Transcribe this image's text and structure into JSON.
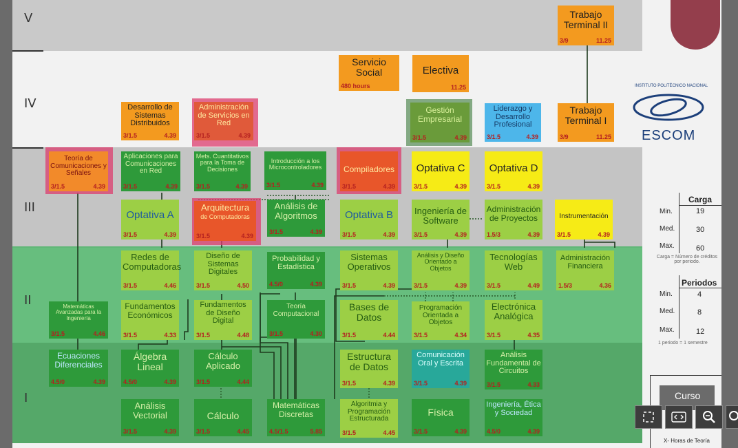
{
  "levels": [
    "V",
    "IV",
    "III",
    "II",
    "I"
  ],
  "courses": {
    "tt2": {
      "name": "Trabajo Terminal II",
      "l": "3/9",
      "r": "11.25"
    },
    "servicio": {
      "name": "Servicio Social",
      "l": "480 hours",
      "r": ""
    },
    "electiva": {
      "name": "Electiva",
      "l": "",
      "r": "11.25"
    },
    "dsd": {
      "name": "Desarrollo de Sistemas Distribuidos",
      "l": "3/1.5",
      "r": "4.39"
    },
    "asr": {
      "name": "Administración de Servicios en Red",
      "l": "3/1.5",
      "r": "4.39"
    },
    "gest": {
      "name": "Gestión Empresarial",
      "l": "3/1.5",
      "r": "4.39"
    },
    "lider": {
      "name": "Liderazgo y Desarrollo Profesional",
      "l": "3/1.5",
      "r": "4.39"
    },
    "tt1": {
      "name": "Trabajo Terminal I",
      "l": "3/9",
      "r": "11.25"
    },
    "tcs": {
      "name": "Teoría de Comunicaciones y Señales",
      "l": "3/1.5",
      "r": "4.39"
    },
    "acr": {
      "name": "Aplicaciones para Comunicaciones en Red",
      "l": "3/1.5",
      "r": "4.39"
    },
    "mct": {
      "name": "Mets. Cuantitativos para la Toma de Decisiones",
      "l": "3/1.5",
      "r": "4.39"
    },
    "imc": {
      "name": "Introducción a los Microcontroladores",
      "l": "3/1.5",
      "r": "4.39"
    },
    "comp": {
      "name": "Compiladores",
      "l": "3/1.5",
      "r": "4.39"
    },
    "optc": {
      "name": "Optativa C",
      "l": "3/1.5",
      "r": "4.39"
    },
    "optd": {
      "name": "Optativa D",
      "l": "3/1.5",
      "r": "4.39"
    },
    "opta": {
      "name": "Optativa A",
      "l": "3/1.5",
      "r": "4.39"
    },
    "arq": {
      "name": "Arquitectura",
      "sub": "de Computadoras",
      "l": "3/1.5",
      "r": "4.39"
    },
    "ada": {
      "name": "Análisis de Algoritmos",
      "l": "3/1.5",
      "r": "4.39"
    },
    "optb": {
      "name": "Optativa B",
      "l": "3/1.5",
      "r": "4.39"
    },
    "isw": {
      "name": "Ingeniería de Software",
      "l": "3/1.5",
      "r": "4.39"
    },
    "adp": {
      "name": "Administración de Proyectos",
      "l": "1.5/3",
      "r": "4.39"
    },
    "instr": {
      "name": "Instrumentación",
      "l": "3/1.5",
      "r": "4.39"
    },
    "rdc": {
      "name": "Redes de Computadoras",
      "l": "3/1.5",
      "r": "4.46"
    },
    "dsdig": {
      "name": "Diseño de Sistemas Digitales",
      "l": "3/1.5",
      "r": "4.50"
    },
    "pye": {
      "name": "Probabilidad y Estadística",
      "l": "4.5/0",
      "r": "4.39"
    },
    "so": {
      "name": "Sistemas Operativos",
      "l": "3/1.5",
      "r": "4.39"
    },
    "adoo": {
      "name": "Análisis y Diseño Orientado a Objetos",
      "l": "3/1.5",
      "r": "4.39"
    },
    "tweb": {
      "name": "Tecnologías Web",
      "l": "3/1.5",
      "r": "4.49"
    },
    "afin": {
      "name": "Administración Financiera",
      "l": "1.5/3",
      "r": "4.36"
    },
    "mai": {
      "name": "Matemáticas Avanzadas para la Ingeniería",
      "l": "3/1.5",
      "r": "4.46"
    },
    "fe": {
      "name": "Fundamentos Económicos",
      "l": "3/1.5",
      "r": "4.33"
    },
    "fdd": {
      "name": "Fundamentos de Diseño Digital",
      "l": "3/1.5",
      "r": "4.48"
    },
    "tc": {
      "name": "Teoría Computacional",
      "l": "3/1.5",
      "r": "4.30"
    },
    "bd": {
      "name": "Bases de Datos",
      "l": "3/1.5",
      "r": "4.44"
    },
    "poo": {
      "name": "Programación Orientada a Objetos",
      "l": "3/1.5",
      "r": "4.34"
    },
    "ea": {
      "name": "Electrónica Analógica",
      "l": "3/1.5",
      "r": "4.35"
    },
    "ed": {
      "name": "Ecuaciones Diferenciales",
      "l": "4.5/0",
      "r": "4.39"
    },
    "al": {
      "name": "Álgebra Lineal",
      "l": "4.5/0",
      "r": "4.39"
    },
    "ca": {
      "name": "Cálculo Aplicado",
      "l": "3/1.5",
      "r": "4.44"
    },
    "edd": {
      "name": "Estructura de Datos",
      "l": "3/1.5",
      "r": "4.39"
    },
    "coe": {
      "name": "Comunicación Oral y Escrita",
      "l": "3/1.5",
      "r": "4.39"
    },
    "afc": {
      "name": "Análisis Fundamental de Circuitos",
      "l": "3/1.5",
      "r": "4.33"
    },
    "av": {
      "name": "Análisis Vectorial",
      "l": "3/1.5",
      "r": "4.39"
    },
    "calc": {
      "name": "Cálculo",
      "l": "3/1.5",
      "r": "4.45"
    },
    "md": {
      "name": "Matemáticas Discretas",
      "l": "4.5/1.5",
      "r": "5.85"
    },
    "ape": {
      "name": "Algoritmia y Programación Estructurada",
      "l": "3/1.5",
      "r": "4.45"
    },
    "fis": {
      "name": "Física",
      "l": "3/1.5",
      "r": "4.39"
    },
    "ies": {
      "name": "Ingeniería, Ética y Sociedad",
      "l": "4.5/0",
      "r": "4.39"
    }
  },
  "logo": {
    "inst": "INSTITUTO POLITÉCNICO NACIONAL",
    "name": "ESCOM"
  },
  "carga": {
    "title": "Carga",
    "rows": [
      [
        "Min.",
        "19"
      ],
      [
        "Med.",
        "30"
      ],
      [
        "Max.",
        "60"
      ]
    ],
    "note": "Carga = Número de créditos por periodo."
  },
  "periodos": {
    "title": "Periodos",
    "rows": [
      [
        "Min.",
        "4"
      ],
      [
        "Med.",
        "8"
      ],
      [
        "Max.",
        "12"
      ]
    ],
    "note": "1 periodo = 1 semestre"
  },
  "curso": {
    "title": "Curso",
    "note": "X- Horas de Teoría"
  },
  "toolbar": {
    "fit": "fit-to-screen",
    "prevnext": "previous-next",
    "zoom_out": "zoom-out",
    "zoom_in": "zoom-in"
  }
}
